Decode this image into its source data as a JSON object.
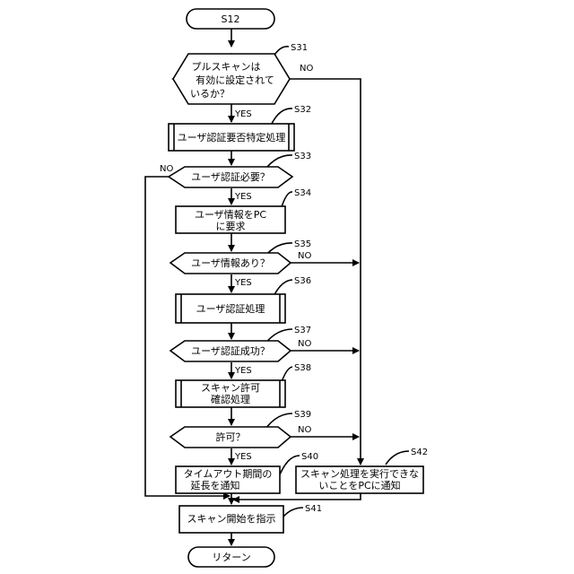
{
  "start": "S12",
  "end": "リターン",
  "yes": "YES",
  "no": "NO",
  "steps": {
    "s31": {
      "id": "S31",
      "lines": [
        "プルスキャンは",
        "有効に設定されて",
        "いるか？"
      ]
    },
    "s32": {
      "id": "S32",
      "lines": [
        "ユーザ認証要否特定処理"
      ]
    },
    "s33": {
      "id": "S33",
      "lines": [
        "ユーザ認証必要？"
      ]
    },
    "s34": {
      "id": "S34",
      "lines": [
        "ユーザ情報をPC",
        "に要求"
      ]
    },
    "s35": {
      "id": "S35",
      "lines": [
        "ユーザ情報あり？"
      ]
    },
    "s36": {
      "id": "S36",
      "lines": [
        "ユーザ認証処理"
      ]
    },
    "s37": {
      "id": "S37",
      "lines": [
        "ユーザ認証成功？"
      ]
    },
    "s38": {
      "id": "S38",
      "lines": [
        "スキャン許可",
        "確認処理"
      ]
    },
    "s39": {
      "id": "S39",
      "lines": [
        "許可？"
      ]
    },
    "s40": {
      "id": "S40",
      "lines": [
        "タイムアウト期間の",
        "延長を通知"
      ]
    },
    "s41": {
      "id": "S41",
      "lines": [
        "スキャン開始を指示"
      ]
    },
    "s42": {
      "id": "S42",
      "lines": [
        "スキャン処理を実行できな",
        "いことをPCに通知"
      ]
    }
  }
}
